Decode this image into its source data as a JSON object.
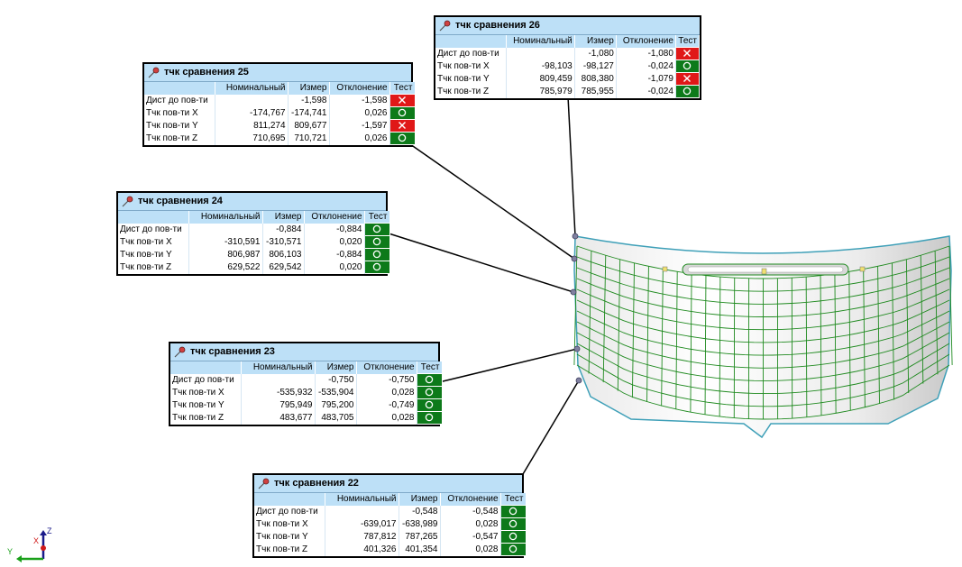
{
  "columns": {
    "label": "",
    "nominal": "Номинальный",
    "measured": "Измер",
    "deviation": "Отклонение",
    "test": "Тест"
  },
  "colors": {
    "pass": "#0d7a1a",
    "fail": "#e01818",
    "header": "#bde0f7",
    "mesh": "#1f8a1f"
  },
  "axis_labels": {
    "z": "Z",
    "x": "X",
    "y": "Y"
  },
  "callouts": [
    {
      "id": "26",
      "title": "тчк сравнения 26",
      "rows": [
        {
          "label": "Дист до пов-ти",
          "nominal": "",
          "measured": "-1,080",
          "deviation": "-1,080",
          "test": "fail"
        },
        {
          "label": "Тчк пов-ти X",
          "nominal": "-98,103",
          "measured": "-98,127",
          "deviation": "-0,024",
          "test": "pass"
        },
        {
          "label": "Тчк пов-ти Y",
          "nominal": "809,459",
          "measured": "808,380",
          "deviation": "-1,079",
          "test": "fail"
        },
        {
          "label": "Тчк пов-ти Z",
          "nominal": "785,979",
          "measured": "785,955",
          "deviation": "-0,024",
          "test": "pass"
        }
      ]
    },
    {
      "id": "25",
      "title": "тчк сравнения 25",
      "rows": [
        {
          "label": "Дист до пов-ти",
          "nominal": "",
          "measured": "-1,598",
          "deviation": "-1,598",
          "test": "fail"
        },
        {
          "label": "Тчк пов-ти X",
          "nominal": "-174,767",
          "measured": "-174,741",
          "deviation": "0,026",
          "test": "pass"
        },
        {
          "label": "Тчк пов-ти Y",
          "nominal": "811,274",
          "measured": "809,677",
          "deviation": "-1,597",
          "test": "fail"
        },
        {
          "label": "Тчк пов-ти Z",
          "nominal": "710,695",
          "measured": "710,721",
          "deviation": "0,026",
          "test": "pass"
        }
      ]
    },
    {
      "id": "24",
      "title": "тчк сравнения 24",
      "rows": [
        {
          "label": "Дист до пов-ти",
          "nominal": "",
          "measured": "-0,884",
          "deviation": "-0,884",
          "test": "pass"
        },
        {
          "label": "Тчк пов-ти X",
          "nominal": "-310,591",
          "measured": "-310,571",
          "deviation": "0,020",
          "test": "pass"
        },
        {
          "label": "Тчк пов-ти Y",
          "nominal": "806,987",
          "measured": "806,103",
          "deviation": "-0,884",
          "test": "pass"
        },
        {
          "label": "Тчк пов-ти Z",
          "nominal": "629,522",
          "measured": "629,542",
          "deviation": "0,020",
          "test": "pass"
        }
      ]
    },
    {
      "id": "23",
      "title": "тчк сравнения 23",
      "rows": [
        {
          "label": "Дист до пов-ти",
          "nominal": "",
          "measured": "-0,750",
          "deviation": "-0,750",
          "test": "pass"
        },
        {
          "label": "Тчк пов-ти X",
          "nominal": "-535,932",
          "measured": "-535,904",
          "deviation": "0,028",
          "test": "pass"
        },
        {
          "label": "Тчк пов-ти Y",
          "nominal": "795,949",
          "measured": "795,200",
          "deviation": "-0,749",
          "test": "pass"
        },
        {
          "label": "Тчк пов-ти Z",
          "nominal": "483,677",
          "measured": "483,705",
          "deviation": "0,028",
          "test": "pass"
        }
      ]
    },
    {
      "id": "22",
      "title": "тчк сравнения 22",
      "rows": [
        {
          "label": "Дист до пов-ти",
          "nominal": "",
          "measured": "-0,548",
          "deviation": "-0,548",
          "test": "pass"
        },
        {
          "label": "Тчк пов-ти X",
          "nominal": "-639,017",
          "measured": "-638,989",
          "deviation": "0,028",
          "test": "pass"
        },
        {
          "label": "Тчк пов-ти Y",
          "nominal": "787,812",
          "measured": "787,265",
          "deviation": "-0,547",
          "test": "pass"
        },
        {
          "label": "Тчк пов-ти Z",
          "nominal": "401,326",
          "measured": "401,354",
          "deviation": "0,028",
          "test": "pass"
        }
      ]
    }
  ]
}
